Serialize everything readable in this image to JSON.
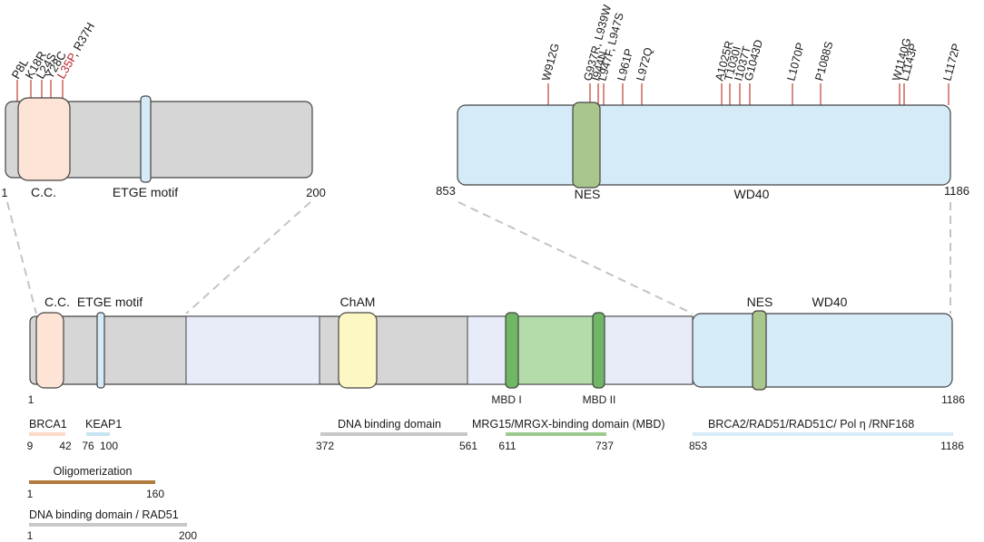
{
  "colors": {
    "outline": "#444444",
    "gray_region": "#d6d6d6",
    "lavender_region": "#e8ecf8",
    "wd40_blue": "#d5ebf7",
    "cc_peach": "#fde4d6",
    "etge_blue": "#d5ebf7",
    "cham_yellow": "#fdf7c4",
    "mbd_green": "#b4dcaa",
    "mbd_dark": "#6fb765",
    "nes_green": "#a9c68c",
    "mutation_line": "#d98b84",
    "highlight_red": "#c0262e",
    "oligo_brown": "#b07a3e",
    "dna_gray": "#c8c8c8",
    "brca1_bar": "#fbd9c5",
    "keap1_bar": "#c8e3f2",
    "mbd_bar": "#9bcb8e",
    "brca2_bar": "#d6eaf7",
    "dashed": "#c4c4c4"
  },
  "left_panel": {
    "start": "1",
    "end": "200",
    "cc_label": "C.C.",
    "etge_label": "ETGE motif",
    "mutations": [
      "P8L",
      "K18R",
      "L24S",
      "Y28C"
    ],
    "mutation_last_red": "L35P",
    "mutation_last_rest": ", R37H"
  },
  "right_panel": {
    "start": "853",
    "end": "1186",
    "nes_label": "NES",
    "wd40_label": "WD40",
    "mutations": [
      "W912G",
      "G937R, L939W",
      "I944N",
      "L947F, L947S",
      "L961P",
      "L972Q",
      "A1025R",
      "T1030I",
      "I1037T",
      "G1043D",
      "L1070P",
      "P1088S",
      "W1140G",
      "L1143P",
      "L1172P"
    ]
  },
  "main_protein": {
    "start": "1",
    "end": "1186",
    "cc_label": "C.C.",
    "etge_label": "ETGE motif",
    "cham_label": "ChAM",
    "nes_label": "NES",
    "wd40_label": "WD40",
    "mbd1_label": "MBD I",
    "mbd2_label": "MBD II"
  },
  "binding": {
    "brca1": {
      "label": "BRCA1",
      "start": "9",
      "end": "42"
    },
    "keap1": {
      "label": "KEAP1",
      "start": "76",
      "end": "100"
    },
    "dna": {
      "label": "DNA binding domain",
      "start": "372",
      "end": "561"
    },
    "mrg": {
      "label": "MRG15/MRGX-binding domain (MBD)",
      "start": "611",
      "end": "737"
    },
    "brca2": {
      "label": "BRCA2/RAD51/RAD51C/ Pol η /RNF168",
      "start": "853",
      "end": "1186"
    },
    "oligo": {
      "label": "Oligomerization",
      "start": "1",
      "end": "160"
    },
    "dna_rad51": {
      "label": "DNA binding domain / RAD51",
      "start": "1",
      "end": "200"
    }
  }
}
